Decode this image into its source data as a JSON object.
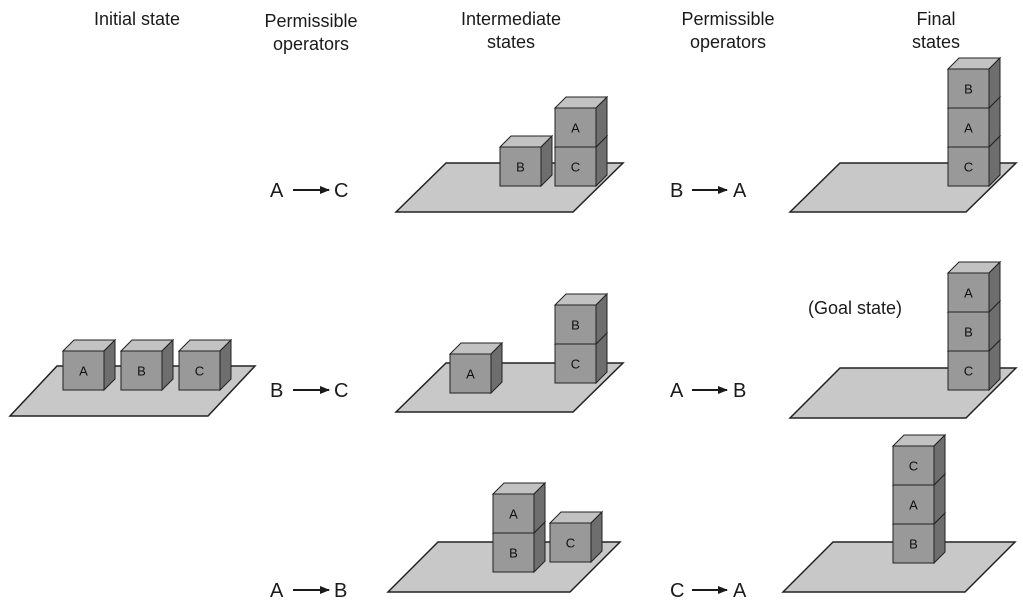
{
  "headers": {
    "initial": "Initial state",
    "ops1_line1": "Permissible",
    "ops1_line2": "operators",
    "intermediate_line1": "Intermediate",
    "intermediate_line2": "states",
    "ops2_line1": "Permissible",
    "ops2_line2": "operators",
    "final_line1": "Final",
    "final_line2": "states"
  },
  "initial_state": {
    "blocks": [
      "A",
      "B",
      "C"
    ]
  },
  "rows": [
    {
      "op1": {
        "from": "A",
        "to": "C"
      },
      "intermediate": {
        "single": "B",
        "stack_bottom": "C",
        "stack_top": "A"
      },
      "op2": {
        "from": "B",
        "to": "A"
      },
      "final": {
        "stack_bottom_to_top": [
          "C",
          "A",
          "B"
        ],
        "label": ""
      }
    },
    {
      "op1": {
        "from": "B",
        "to": "C"
      },
      "intermediate": {
        "single": "A",
        "stack_bottom": "C",
        "stack_top": "B"
      },
      "op2": {
        "from": "A",
        "to": "B"
      },
      "final": {
        "stack_bottom_to_top": [
          "C",
          "B",
          "A"
        ],
        "label": "(Goal state)"
      }
    },
    {
      "op1": {
        "from": "A",
        "to": "B"
      },
      "intermediate": {
        "single": "C",
        "stack_bottom": "B",
        "stack_top": "A"
      },
      "op2": {
        "from": "C",
        "to": "A"
      },
      "final": {
        "stack_bottom_to_top": [
          "B",
          "A",
          "C"
        ],
        "label": ""
      }
    }
  ],
  "colors": {
    "table": "#c8c8c8",
    "block_front": "#999999",
    "block_top": "#c2c2c2",
    "block_side": "#6e6e6e",
    "stroke": "#222222"
  }
}
